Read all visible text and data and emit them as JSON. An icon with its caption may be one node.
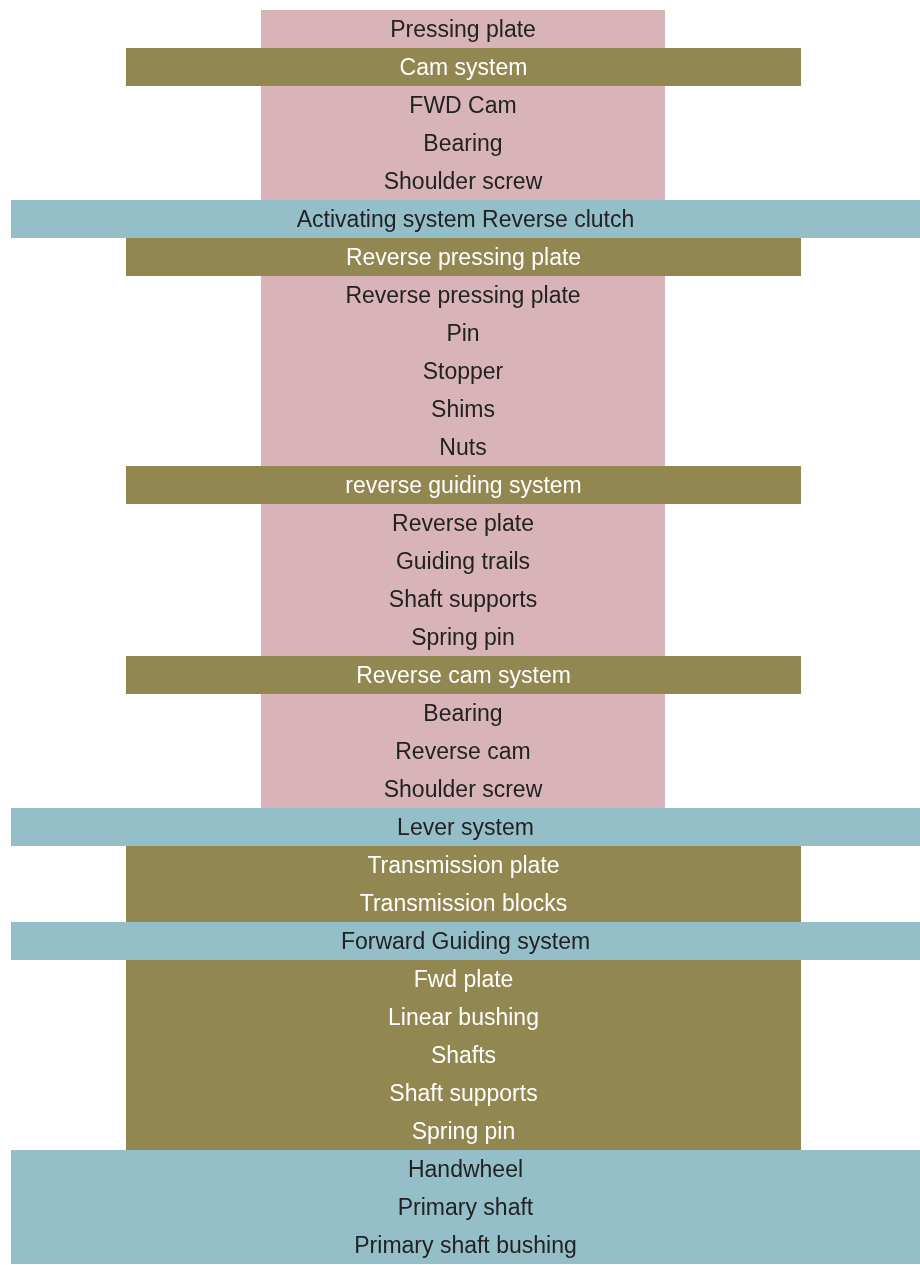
{
  "diagram": {
    "nodes": [
      {
        "text": [
          "Pressing plate"
        ]
      },
      {
        "text": [
          "Cam system"
        ]
      },
      {
        "text": [
          "FWD Cam",
          "Bearing",
          "Shoulder screw"
        ]
      },
      {
        "text": [
          "Activating system Reverse clutch"
        ]
      },
      {
        "text": [
          "Reverse pressing plate"
        ]
      },
      {
        "text": [
          "Reverse pressing plate",
          "Pin",
          "Stopper",
          "Shims",
          "Nuts"
        ]
      },
      {
        "text": [
          "reverse guiding system"
        ]
      },
      {
        "text": [
          "Reverse plate",
          "Guiding trails",
          "Shaft supports",
          "Spring pin"
        ]
      },
      {
        "text": [
          "Reverse cam system"
        ]
      },
      {
        "text": [
          "Bearing",
          "Reverse cam",
          "Shoulder screw"
        ]
      },
      {
        "text": [
          "Lever system"
        ]
      },
      {
        "text": [
          "Transmission plate",
          "Transmission blocks"
        ]
      },
      {
        "text": [
          "Forward Guiding system"
        ]
      },
      {
        "text": [
          "Fwd plate",
          "Linear bushing",
          "Shafts",
          "Shaft supports",
          "Spring pin"
        ]
      },
      {
        "text": [
          "Handwheel",
          "Primary shaft",
          "Primary shaft bushing"
        ]
      }
    ]
  }
}
